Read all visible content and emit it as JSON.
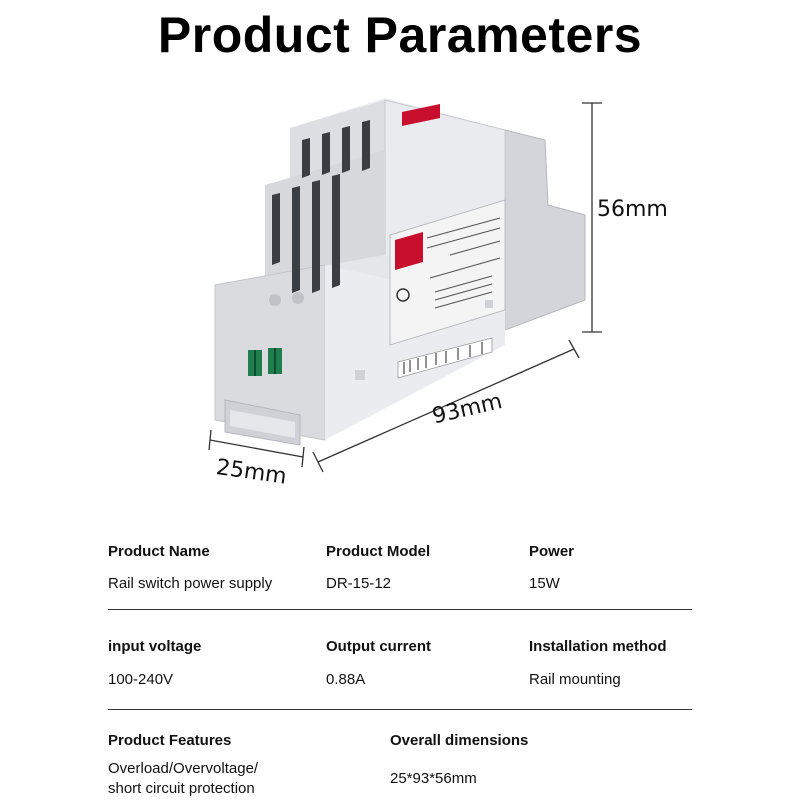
{
  "title": "Product Parameters",
  "dimensions": {
    "height": "56mm",
    "length": "93mm",
    "depth": "25mm"
  },
  "parameters": {
    "product_name": {
      "label": "Product Name",
      "value": "Rail switch power supply"
    },
    "product_model": {
      "label": "Product Model",
      "value": "DR-15-12"
    },
    "power": {
      "label": "Power",
      "value": "15W"
    },
    "input_voltage": {
      "label": "input voltage",
      "value": "100-240V"
    },
    "output_current": {
      "label": "Output current",
      "value": "0.88A"
    },
    "installation_method": {
      "label": "Installation method",
      "value": "Rail mounting"
    },
    "product_features": {
      "label": "Product Features",
      "value_line1": "Overload/Overvoltage/",
      "value_line2": "short circuit protection"
    },
    "overall_dimensions": {
      "label": "Overall dimensions",
      "value": "25*93*56mm"
    }
  },
  "colors": {
    "housing": "#e6e7ea",
    "housing_shadow": "#c9cbd0",
    "terminal_green": "#1f7d4e",
    "brand_red": "#c8102e"
  }
}
